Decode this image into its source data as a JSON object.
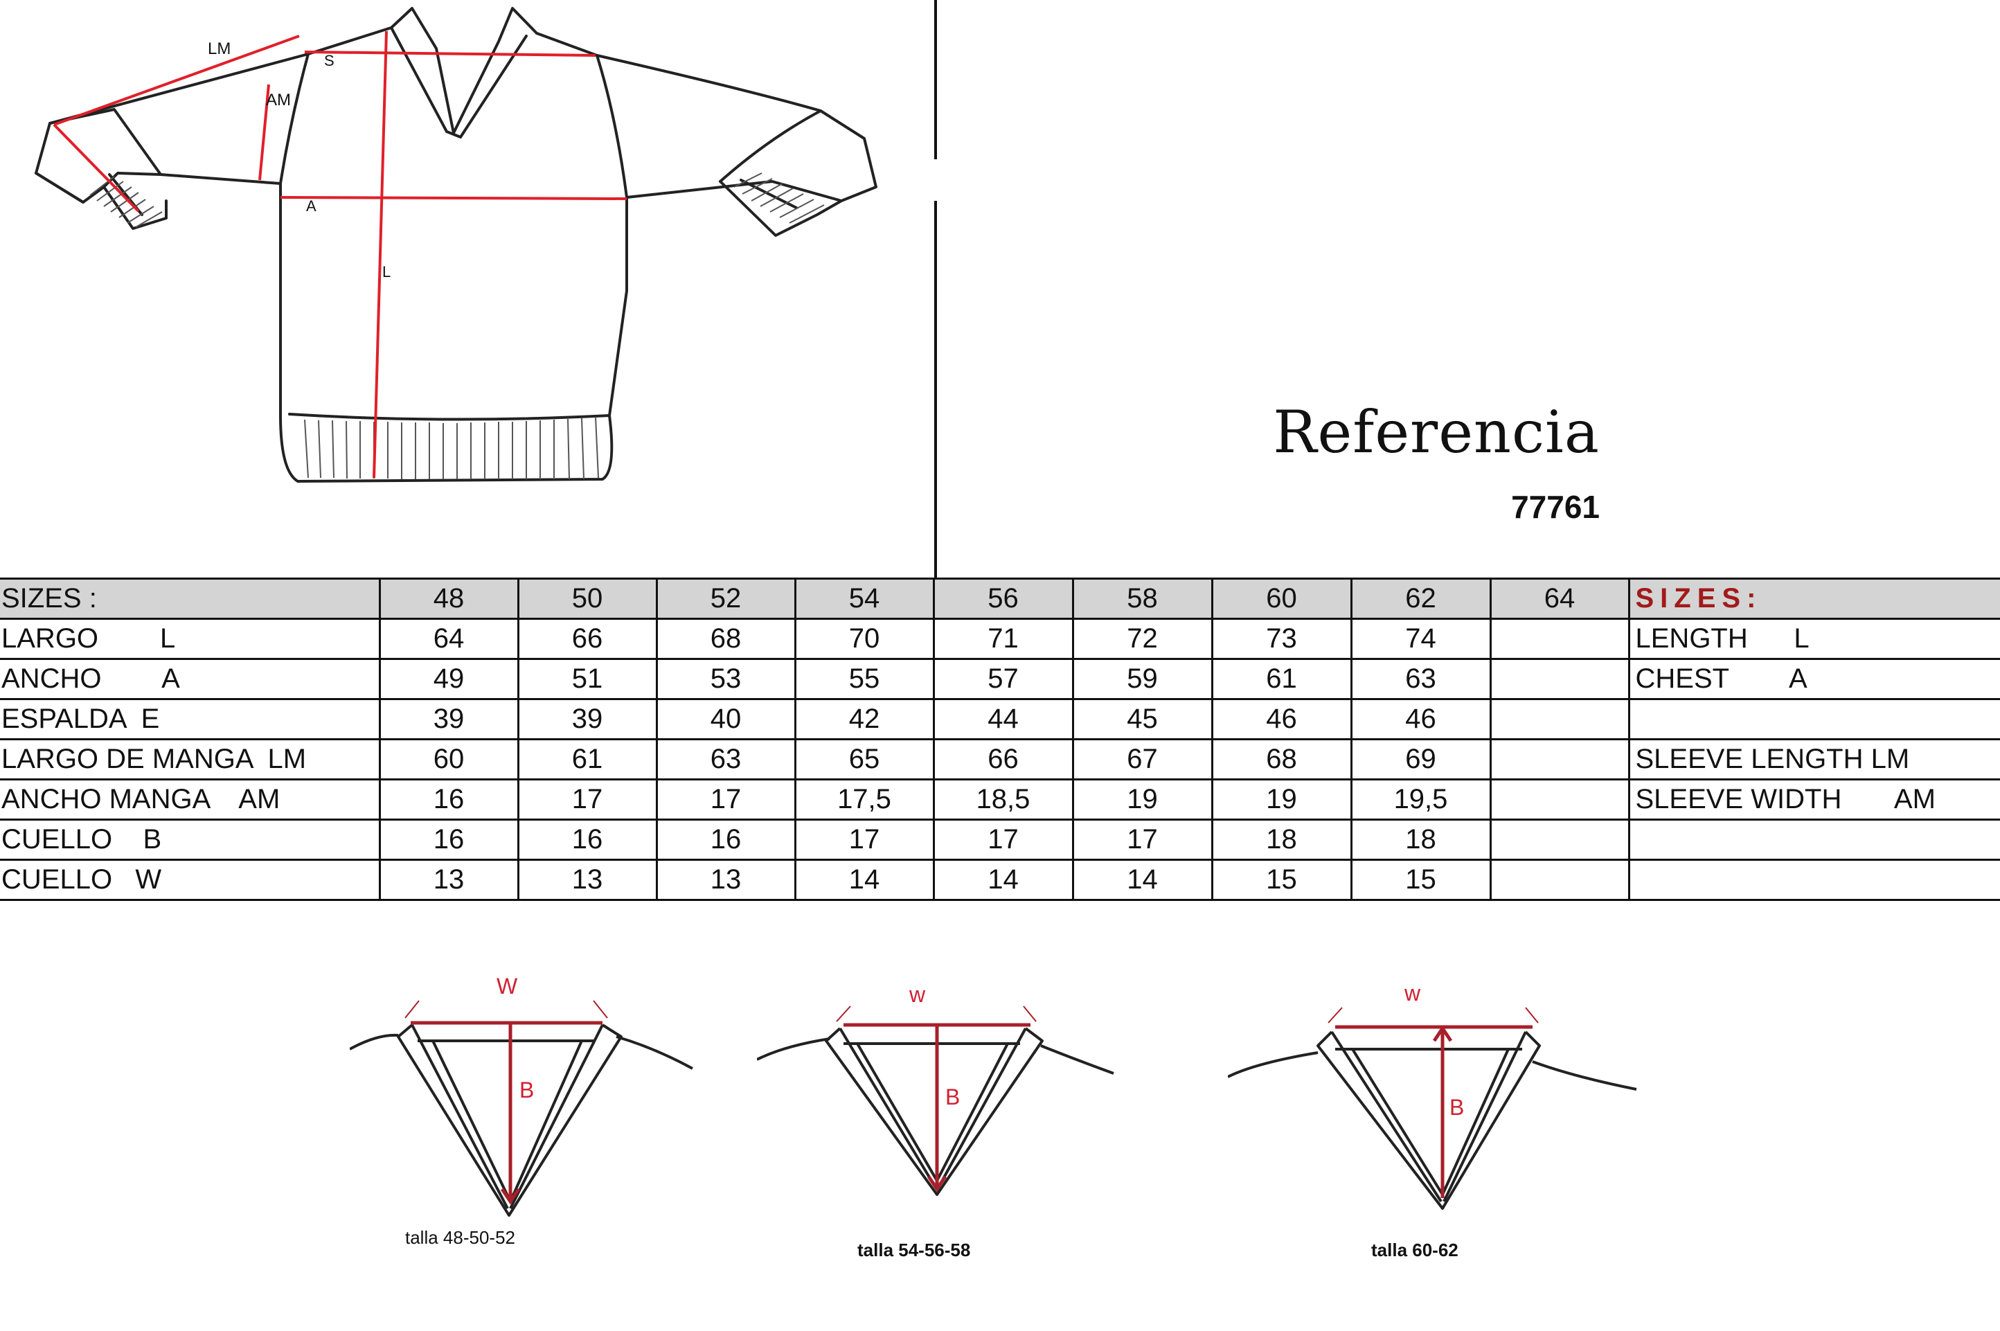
{
  "diagram_labels": {
    "lm": "LM",
    "s": "S",
    "am": "AM",
    "a": "A",
    "l": "L"
  },
  "reference": {
    "title": "Referencia",
    "number": "77761"
  },
  "table": {
    "header": {
      "label": "SIZES :",
      "sizes": [
        "48",
        "50",
        "52",
        "54",
        "56",
        "58",
        "60",
        "62",
        "64"
      ],
      "en": "SIZES:"
    },
    "rows": [
      {
        "label": "LARGO        L",
        "values": [
          "64",
          "66",
          "68",
          "70",
          "71",
          "72",
          "73",
          "74",
          ""
        ],
        "en": "LENGTH      L"
      },
      {
        "label": "ANCHO        A",
        "values": [
          "49",
          "51",
          "53",
          "55",
          "57",
          "59",
          "61",
          "63",
          ""
        ],
        "en": "CHEST        A"
      },
      {
        "label": "ESPALDA  E",
        "values": [
          "39",
          "39",
          "40",
          "42",
          "44",
          "45",
          "46",
          "46",
          ""
        ],
        "en": ""
      },
      {
        "label": "LARGO DE MANGA  LM",
        "values": [
          "60",
          "61",
          "63",
          "65",
          "66",
          "67",
          "68",
          "69",
          ""
        ],
        "en": "SLEEVE LENGTH LM"
      },
      {
        "label": "ANCHO MANGA    AM",
        "values": [
          "16",
          "17",
          "17",
          "17,5",
          "18,5",
          "19",
          "19",
          "19,5",
          ""
        ],
        "en": "SLEEVE WIDTH       AM"
      },
      {
        "label": "CUELLO    B",
        "values": [
          "16",
          "16",
          "16",
          "17",
          "17",
          "17",
          "18",
          "18",
          ""
        ],
        "en": ""
      },
      {
        "label": "CUELLO   W",
        "values": [
          "13",
          "13",
          "13",
          "14",
          "14",
          "14",
          "15",
          "15",
          ""
        ],
        "en": ""
      }
    ]
  },
  "necks": [
    {
      "w": "W",
      "b": "B",
      "caption": "talla 48-50-52"
    },
    {
      "w": "w",
      "b": "B",
      "caption": "talla 54-56-58"
    },
    {
      "w": "w",
      "b": "B",
      "caption": "talla 60-62"
    }
  ],
  "colors": {
    "measure_line": "#e0202a",
    "neck_line": "#a8202a",
    "header_bg": "#d4d4d4",
    "header_en": "#a11a1a"
  }
}
